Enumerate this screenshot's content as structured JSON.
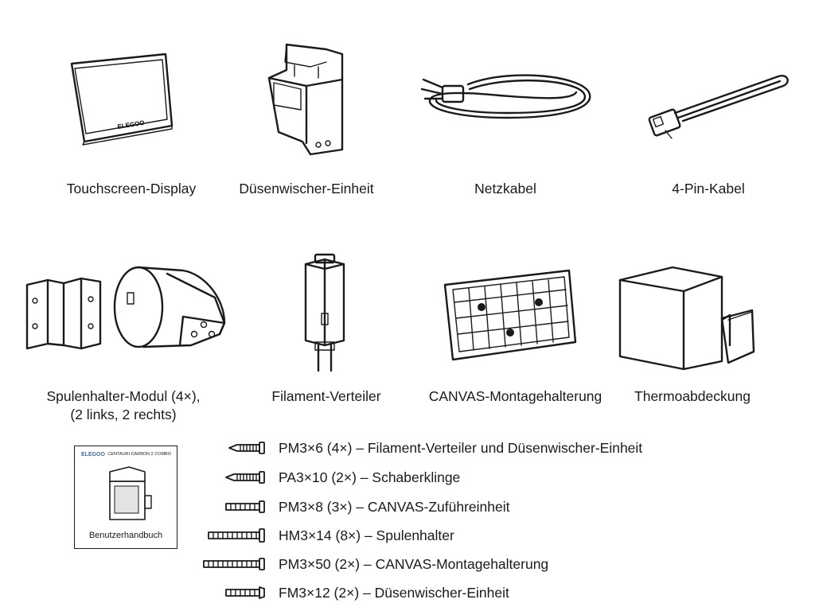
{
  "items_top": [
    {
      "label": "Touchscreen-Display",
      "brand": "ELEGOO"
    },
    {
      "label": "Düsenwischer-Einheit"
    },
    {
      "label": "Netzkabel"
    },
    {
      "label": "4-Pin-Kabel"
    }
  ],
  "items_middle": [
    {
      "label_line1": "Spulenhalter-Modul (4×),",
      "label_line2": "(2 links, 2 rechts)"
    },
    {
      "label": "Filament-Verteiler"
    },
    {
      "label": "CANVAS-Montagehalterung"
    },
    {
      "label": "Thermoabdeckung"
    }
  ],
  "manual": {
    "brand": "ELEGOO",
    "title": "CENTAURI CARBON 2 COMBO",
    "label": "Benutzerhandbuch"
  },
  "screws": [
    {
      "text": "PM3×6 (4×) – Filament-Verteiler und Düsenwischer-Einheit"
    },
    {
      "text": "PA3×10 (2×) – Schaberklinge"
    },
    {
      "text": "PM3×8 (3×) – CANVAS-Zuführeinheit"
    },
    {
      "text": "HM3×14 (8×) – Spulenhalter"
    },
    {
      "text": "PM3×50 (2×) – CANVAS-Montagehalterung"
    },
    {
      "text": "FM3×12 (2×) – Düsenwischer-Einheit"
    }
  ]
}
